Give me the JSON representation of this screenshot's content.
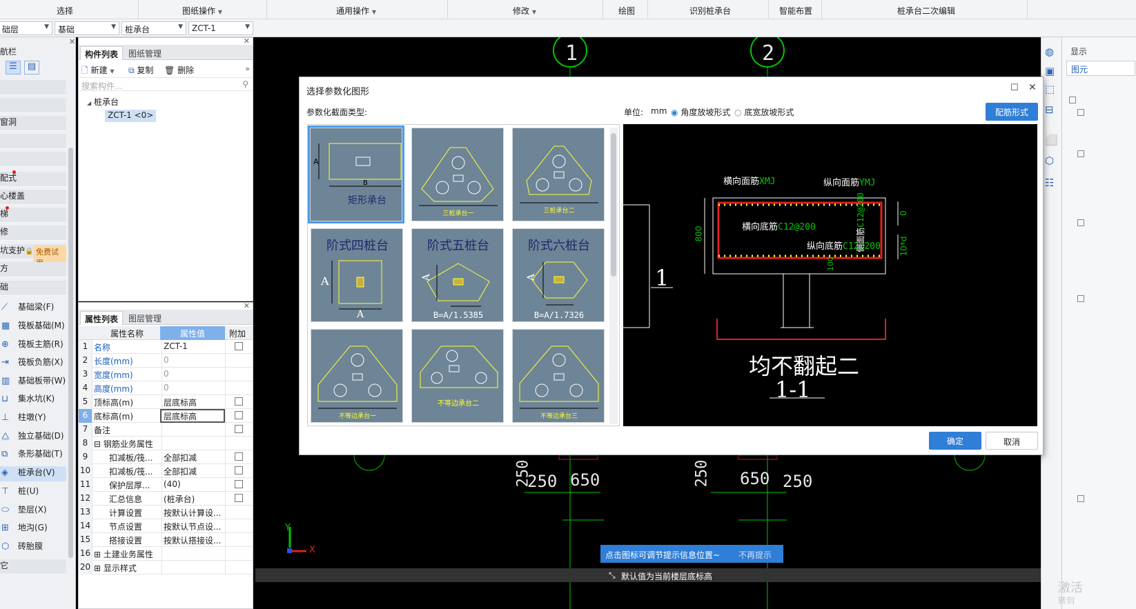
{
  "menubar": {
    "items": [
      "选择",
      "图纸操作",
      "通用操作",
      "修改",
      "绘图",
      "识别桩承台",
      "智能布置",
      "桩承台二次编辑"
    ]
  },
  "toolbar2": {
    "combos": [
      "础层",
      "基础",
      "桩承台",
      "ZCT-1"
    ]
  },
  "leftnav": {
    "title": "航栏",
    "items": [
      "",
      "",
      "",
      "窗洞",
      "",
      "",
      "配式",
      "心楼盖",
      "梯",
      "修",
      "坑支护",
      "",
      "方",
      "础"
    ],
    "trial_badge": "免费试用",
    "base_items": [
      "基础梁(F)",
      "筏板基础(M)",
      "筏板主筋(R)",
      "筏板负筋(X)",
      "基础板带(W)",
      "集水坑(K)",
      "柱墩(Y)",
      "独立基础(D)",
      "条形基础(T)",
      "桩承台(V)",
      "桩(U)",
      "垫层(X)",
      "地沟(G)",
      "砖胎膜"
    ],
    "footer": "它"
  },
  "complist": {
    "tabs": [
      "构件列表",
      "图纸管理"
    ],
    "actions": [
      "新建",
      "复制",
      "删除"
    ],
    "search_placeholder": "搜索构件...",
    "tree_root": "桩承台",
    "tree_child": "ZCT-1 <0>"
  },
  "proplist": {
    "tabs": [
      "属性列表",
      "图层管理"
    ],
    "headers": [
      "属性名称",
      "属性值",
      "附加"
    ],
    "rows": [
      {
        "n": "1",
        "name": "名称",
        "val": "ZCT-1",
        "chk": true,
        "blue": true
      },
      {
        "n": "2",
        "name": "长度(mm)",
        "val": "0",
        "chk": false,
        "blue": true,
        "gray": true
      },
      {
        "n": "3",
        "name": "宽度(mm)",
        "val": "0",
        "chk": false,
        "blue": true,
        "gray": true
      },
      {
        "n": "4",
        "name": "高度(mm)",
        "val": "0",
        "chk": false,
        "blue": true,
        "gray": true
      },
      {
        "n": "5",
        "name": "顶标高(m)",
        "val": "层底标高",
        "chk": true
      },
      {
        "n": "6",
        "name": "底标高(m)",
        "val": "层底标高",
        "chk": true
      },
      {
        "n": "7",
        "name": "备注",
        "val": "",
        "chk": true
      },
      {
        "n": "8",
        "name": "钢筋业务属性",
        "val": "",
        "chk": false,
        "tree": "⊟"
      },
      {
        "n": "9",
        "name": "扣减板/筏...",
        "val": "全部扣减",
        "chk": true,
        "indent": true
      },
      {
        "n": "10",
        "name": "扣减板/筏...",
        "val": "全部扣减",
        "chk": true,
        "indent": true
      },
      {
        "n": "11",
        "name": "保护层厚...",
        "val": "(40)",
        "chk": true,
        "indent": true
      },
      {
        "n": "12",
        "name": "汇总信息",
        "val": "(桩承台)",
        "chk": true,
        "indent": true
      },
      {
        "n": "13",
        "name": "计算设置",
        "val": "按默认计算设...",
        "chk": false,
        "indent": true
      },
      {
        "n": "14",
        "name": "节点设置",
        "val": "按默认节点设...",
        "chk": false,
        "indent": true
      },
      {
        "n": "15",
        "name": "搭接设置",
        "val": "按默认搭接设...",
        "chk": false,
        "indent": true
      },
      {
        "n": "16",
        "name": "土建业务属性",
        "val": "",
        "chk": false,
        "tree": "⊞"
      },
      {
        "n": "20",
        "name": "显示样式",
        "val": "",
        "chk": false,
        "tree": "⊞"
      }
    ]
  },
  "dialog": {
    "title": "选择参数化图形",
    "section_label": "参数化截面类型:",
    "unit_label": "单位:",
    "unit_value": "mm",
    "radio1": "角度放坡形式",
    "radio2": "底宽放坡形式",
    "rebar_button": "配筋形式",
    "ok": "确定",
    "cancel": "取消",
    "thumbs": {
      "t1": "矩形承台",
      "t1_a": "A",
      "t1_b": "B",
      "t2": "三桩承台一",
      "t3": "三桩承台二",
      "t4": "阶式四桩台",
      "t4_a": "A",
      "t4_b": "A",
      "t5": "阶式五桩台",
      "t5_cap": "B=A/1.5385",
      "t6": "阶式六桩台",
      "t6_cap": "B=A/1.7326",
      "t7": "不等边承台一",
      "t8": "不等边承台二",
      "t9": "不等边承台三"
    },
    "preview": {
      "top_left_label": "横向面筋",
      "top_left_code": "XMJ",
      "top_right_label": "纵向面筋",
      "top_right_code": "YMJ",
      "bottom_h_label": "横向底筋",
      "bottom_h_code": "C12@200",
      "bottom_v_label": "纵向底筋",
      "bottom_v_code": "C12@200",
      "side_label": "侧面筋",
      "side_code": "C12@200",
      "height": "800",
      "right_dim1": "0",
      "right_dim2": "10*d",
      "right_dim3": "100",
      "big_text": "均不翻起二",
      "section": "1-1",
      "left_number": "1"
    }
  },
  "canvas": {
    "axis1": "1",
    "axis2": "2",
    "dims": [
      "250",
      "250",
      "650",
      "250",
      "650",
      "250"
    ],
    "axis_x": "X",
    "axis_y": "Y"
  },
  "hint": {
    "text": "点击图标可调节提示信息位置~",
    "dismiss": "不再提示"
  },
  "status": {
    "text": "默认值为当前楼层底标高"
  },
  "rightpanel": {
    "title": "显示",
    "tab": "图元"
  },
  "watermark": {
    "line1": "激活",
    "line2": "转到"
  }
}
